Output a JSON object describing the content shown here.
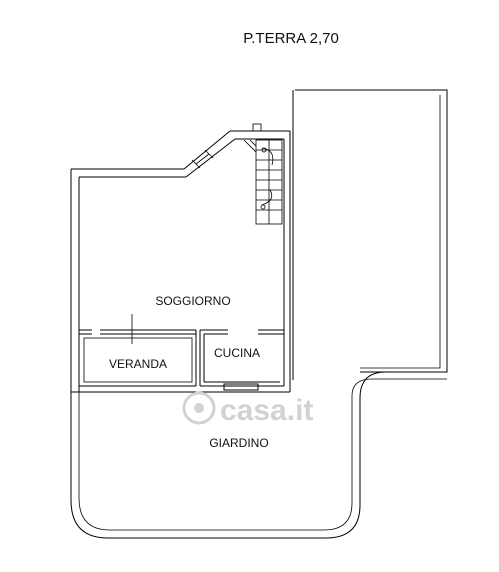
{
  "title": "P.TERRA 2,70",
  "rooms": {
    "soggiorno": "SOGGIORNO",
    "veranda": "VERANDA",
    "cucina": "CUCINA",
    "giardino": "GIARDINO"
  },
  "watermark": "casa.it",
  "colors": {
    "line": "#000000",
    "background": "#ffffff",
    "watermark": "#d2d2d2"
  }
}
